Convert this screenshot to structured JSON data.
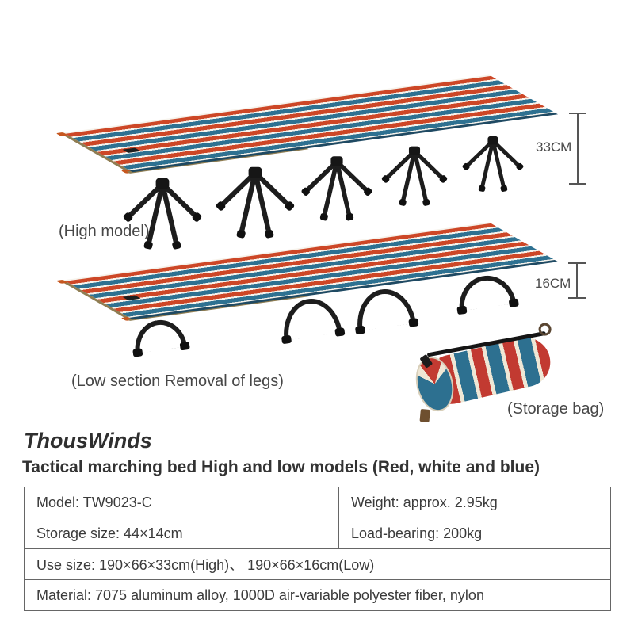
{
  "product": {
    "brand": "ThousWinds",
    "title": "Tactical marching bed High and low models (Red, white and blue)"
  },
  "annotations": {
    "high_model_label": "(High model)",
    "low_model_label": "(Low section Removal of legs)",
    "storage_bag_label": "(Storage bag)",
    "high_height": "33CM",
    "low_height": "16CM"
  },
  "spec_table": {
    "rows": [
      {
        "cells": [
          "Model: TW9023-C",
          "Weight: approx. 2.95kg"
        ]
      },
      {
        "cells": [
          "Storage size: 44×14cm",
          "Load-bearing: 200kg"
        ]
      },
      {
        "cells": [
          "Use size: 190×66×33cm(High)、 190×66×16cm(Low)"
        ]
      },
      {
        "cells": [
          "Material: 7075 aluminum alloy, 1000D air-variable polyester fiber, nylon"
        ]
      }
    ]
  },
  "colors": {
    "stripe_red": "#cd4727",
    "stripe_blue": "#2e7191",
    "stripe_white": "#f6f3ec",
    "rail_tan": "#8f7d52",
    "frame_black": "#1d1d1d",
    "bag_red": "#c23a31",
    "bag_blue": "#2d7090",
    "bag_cream": "#efe7d5",
    "dim_line": "#555555",
    "table_border": "#666666"
  }
}
